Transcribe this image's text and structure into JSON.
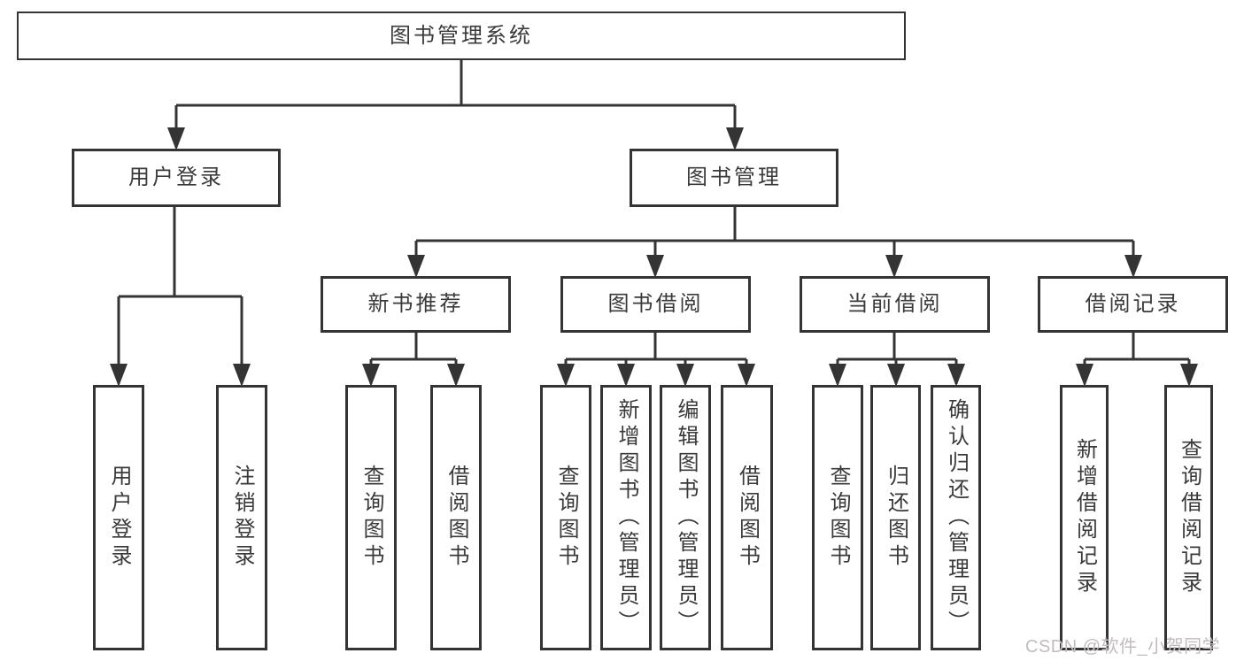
{
  "diagram_type": "hierarchy-tree",
  "colors": {
    "line": "#343434",
    "box_border": "#343434",
    "box_fill": "#ffffff",
    "text": "#3a3a3a",
    "background": "#ffffff",
    "watermark": "#c2bcbe"
  },
  "tree": {
    "label": "图书管理系统",
    "children": [
      {
        "label": "用户登录",
        "children": [
          {
            "label": "用户登录"
          },
          {
            "label": "注销登录"
          }
        ]
      },
      {
        "label": "图书管理",
        "children": [
          {
            "label": "新书推荐",
            "children": [
              {
                "label": "查询图书"
              },
              {
                "label": "借阅图书"
              }
            ]
          },
          {
            "label": "图书借阅",
            "children": [
              {
                "label": "查询图书"
              },
              {
                "label": "新增图书（管理员）"
              },
              {
                "label": "编辑图书（管理员）"
              },
              {
                "label": "借阅图书"
              }
            ]
          },
          {
            "label": "当前借阅",
            "children": [
              {
                "label": "查询图书"
              },
              {
                "label": "归还图书"
              },
              {
                "label": "确认归还（管理员）"
              }
            ]
          },
          {
            "label": "借阅记录",
            "children": [
              {
                "label": "新增借阅记录"
              },
              {
                "label": "查询借阅记录"
              }
            ]
          }
        ]
      }
    ]
  },
  "watermark": {
    "text": "CSDN @软件_小贺同学"
  }
}
